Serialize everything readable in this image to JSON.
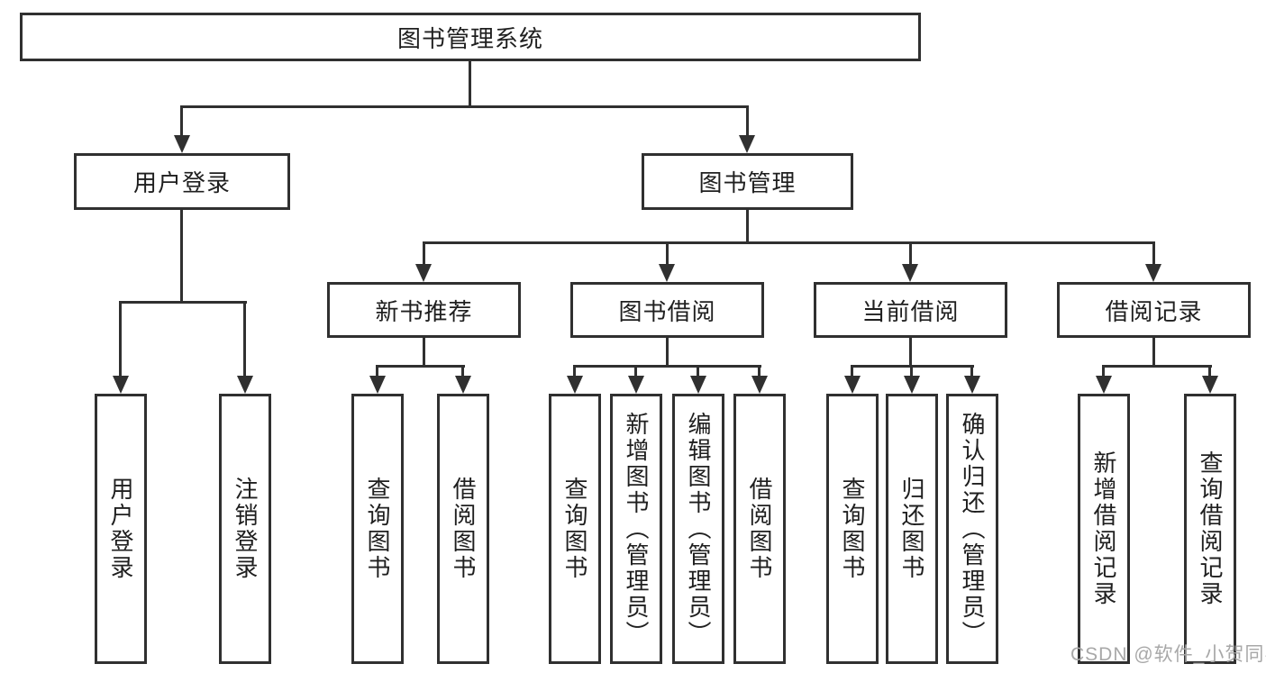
{
  "colors": {
    "line": "#303030",
    "text": "#1f1f1f",
    "watermark": "#a8a8a8",
    "background": "#ffffff"
  },
  "tree": {
    "label": "图书管理系统",
    "children": [
      {
        "label": "用户登录",
        "children": [
          {
            "label": "用户登录"
          },
          {
            "label": "注销登录"
          }
        ]
      },
      {
        "label": "图书管理",
        "children": [
          {
            "label": "新书推荐",
            "children": [
              {
                "label": "查询图书"
              },
              {
                "label": "借阅图书"
              }
            ]
          },
          {
            "label": "图书借阅",
            "children": [
              {
                "label": "查询图书"
              },
              {
                "label": "新增图书（管理员）"
              },
              {
                "label": "编辑图书（管理员）"
              },
              {
                "label": "借阅图书"
              }
            ]
          },
          {
            "label": "当前借阅",
            "children": [
              {
                "label": "查询图书"
              },
              {
                "label": "归还图书"
              },
              {
                "label": "确认归还（管理员）"
              }
            ]
          },
          {
            "label": "借阅记录",
            "children": [
              {
                "label": "新增借阅记录"
              },
              {
                "label": "查询借阅记录"
              }
            ]
          }
        ]
      }
    ]
  },
  "watermark": "CSDN @软件_小贺同学"
}
